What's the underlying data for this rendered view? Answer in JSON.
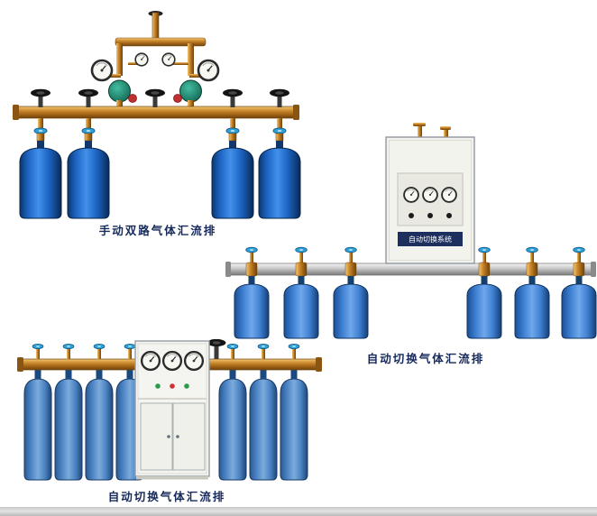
{
  "page": {
    "background": "#ffffff",
    "caption_color": "#15295a",
    "bottom_strip_color": "#c6c6c6"
  },
  "products": [
    {
      "id": "manual-dual-manifold",
      "caption": "手动双路气体汇流排",
      "cylinder_count": 4,
      "regulator_count": 2,
      "hand_wheel_count": 5,
      "colors": {
        "pipe_brass": "#cd8a2e",
        "cylinder_blue": "#1d64c2",
        "hand_wheel_black": "#141414",
        "valve_wheel_blue": "#2da0d8",
        "regulator_teal": "#0f6a54",
        "gauge_face": "#f8f8f3"
      }
    },
    {
      "id": "auto-switch-manifold",
      "caption": "自动切换气体汇流排",
      "cabinet_label": "自动切换系统",
      "cylinder_count": 6,
      "gauge_count": 3,
      "colors": {
        "pipe_silver": "#cdcdcd",
        "cylinder_blue": "#3e7fd0",
        "cabinet": "#f3f3ee",
        "label_strip": "#1c2f5e"
      }
    },
    {
      "id": "auto-switch-manifold-2",
      "caption": "自动切换气体汇流排",
      "cylinder_count": 7,
      "gauge_count": 3,
      "colors": {
        "pipe_brass": "#cd8a2e",
        "cylinder_blue": "#4d84c4",
        "cabinet": "#f4f4f0"
      }
    }
  ]
}
